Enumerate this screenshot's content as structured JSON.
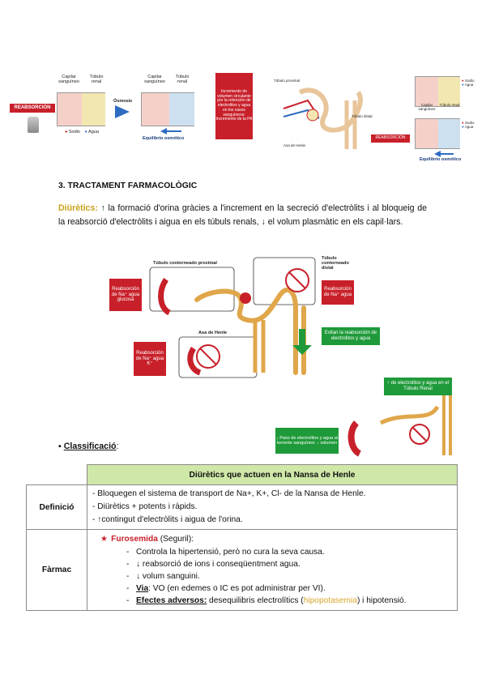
{
  "figure1": {
    "col_capilar": "Capilar sanguíneo",
    "col_tubulo": "Túbulo renal",
    "reabsorcion": "REABSORCIÓN",
    "legend_sodio": "Sodio",
    "legend_agua": "Agua",
    "osmosis": "Ósmosis",
    "equilibrio": "Equilibrio osmótico",
    "note": "Incremento de volumen circulante por la retención de electrolitos y agua en los vasos sanguíneos: Incremento de la PA",
    "kidney_tubulo_proximal": "Túbulo proximal",
    "kidney_asa": "Asa de Henle",
    "kidney_tubulo_dist": "Túbulo distal",
    "reabsorcion2": "REABSORCIÓN"
  },
  "section": {
    "title": "3. TRACTAMENT FARMACOLÒGIC"
  },
  "diuretics": {
    "label": "Diürètics:",
    "text": " ↑ la formació d'orina gràcies a l'increment en la secreció d'electròlits i al bloqueig de la reabsorció d'electròlits i aigua en els túbuls renals, ↓ el volum plasmàtic en els capil·lars."
  },
  "figure2": {
    "tubulo_proximal": "Túbulo contorneado proximal",
    "tubulo_distal": "Túbulo contorneado distal",
    "reab_left": "Reabsorción de Na⁺ agua glucosa",
    "reab_right": "Reabsorción de Na⁺ agua",
    "reab_asa": "Reabsorción de Na⁺ agua K⁺",
    "asa": "Asa de Henle",
    "evitan": "Evitan la reabsorción de electrolitos y agua"
  },
  "figure3": {
    "top": "↑ de electrolitos y agua en el Túbulo Renal",
    "bottom": "↓ Paso de electrolitos y agua al torrente sanguíneo: ↓ volumen"
  },
  "classificacio": {
    "label": "Classificació",
    "bullet": "▪",
    "colon": ":"
  },
  "table": {
    "header": "Diürètics que actuen en la Nansa de Henle",
    "rows": {
      "definicio_label": "Definició",
      "definicio": [
        "- Bloquegen el sistema de transport de Na+, K+, Cl- de la Nansa de Henle.",
        "- Diürètics + potents i ràpids.",
        "-  ↑contingut d'electròlits i aigua de l'orina."
      ],
      "farmac_label": "Fàrmac",
      "star": "★",
      "drug_name": "Furosemida",
      "drug_brand": " (Seguril):",
      "items": [
        "Controla la hipertensió, però no cura la seva causa.",
        "↓ reabsorció de ions i conseqüentment agua.",
        "↓  volum sanguini."
      ],
      "via_label": "Via",
      "via_text": ": VO (en edemes o IC es pot administrar per VI).",
      "efectes_label": "Efectes adversos:",
      "efectes_pre": " desequilibris electrolítics (",
      "efectes_hl": "hipopotasemia",
      "efectes_post": ") i hipotensió."
    }
  },
  "colors": {
    "red": "#c8202a",
    "green": "#1f9a3a",
    "header_green": "#cfe8a8",
    "gold": "#c9a21a"
  }
}
